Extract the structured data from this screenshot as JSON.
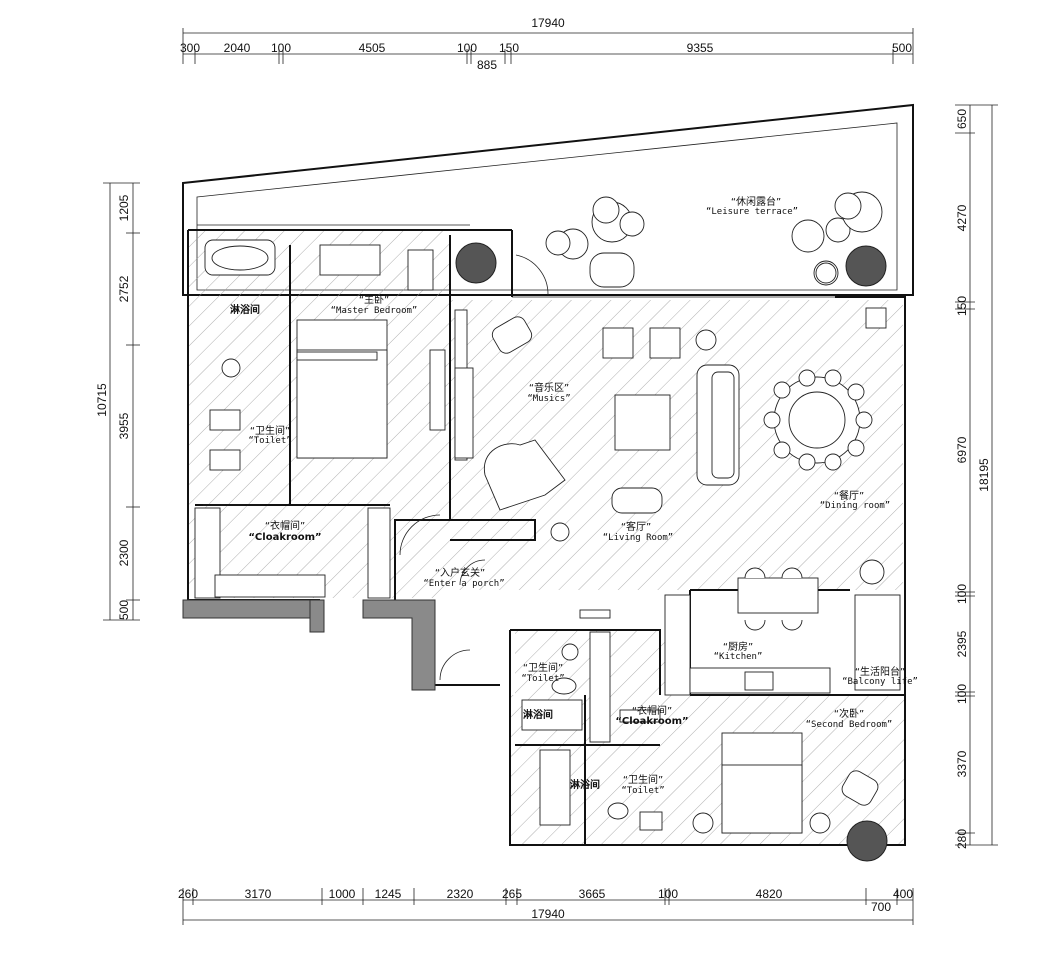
{
  "dimensions": {
    "top_total": "17940",
    "top_segments": [
      "300",
      "2040",
      "100",
      "4505",
      "100",
      "150",
      "9355",
      "500"
    ],
    "top_sub": "885",
    "bottom_total": "17940",
    "bottom_segments": [
      "260",
      "3170",
      "1000",
      "1245",
      "2320",
      "265",
      "3665",
      "100",
      "4820",
      "400"
    ],
    "bottom_sub": "700",
    "left_total": "10715",
    "left_segments": [
      "1205",
      "2752",
      "3955",
      "2300",
      "500"
    ],
    "right_total": "18195",
    "right_segments": [
      "650",
      "4270",
      "150",
      "6970",
      "100",
      "2395",
      "100",
      "3370",
      "280"
    ]
  },
  "rooms": {
    "leisure_terrace": {
      "cn": "“休闲露台”",
      "en": "“Leisure terrace”"
    },
    "master_bedroom": {
      "cn": "“主卧”",
      "en": "“Master Bedroom”"
    },
    "shower_master": {
      "cn": "淋浴间"
    },
    "toilet_master": {
      "cn": "“卫生间”",
      "en": "“Toilet”"
    },
    "cloakroom_master": {
      "cn": "“衣帽间”",
      "en": "“Cloakroom”"
    },
    "musics": {
      "cn": "“音乐区”",
      "en": "“Musics”"
    },
    "dining": {
      "cn": "“餐厅”",
      "en": "“Dining room”"
    },
    "living": {
      "cn": "“客厅”",
      "en": "“Living Room”"
    },
    "porch": {
      "cn": "“入户玄关”",
      "en": "“Enter a porch”"
    },
    "kitchen": {
      "cn": "“厨房”",
      "en": "“Kitchen”"
    },
    "balcony": {
      "cn": "“生活阳台”",
      "en": "“Balcony life”"
    },
    "toilet_guest": {
      "cn": "“卫生间”",
      "en": "“Toilet”"
    },
    "shower_guest": {
      "cn": "淋浴间"
    },
    "cloakroom_second": {
      "cn": "“衣帽间”",
      "en": "“Cloakroom”"
    },
    "second_bedroom": {
      "cn": "“次卧”",
      "en": "“Second Bedroom”"
    },
    "toilet_second": {
      "cn": "“卫生间”",
      "en": "“Toilet”"
    },
    "shower_second": {
      "cn": "淋浴间"
    }
  },
  "colors": {
    "wall": "#111111",
    "hatch": "#9a9a9a",
    "column": "#555555",
    "structure": "#8a8a8a"
  }
}
